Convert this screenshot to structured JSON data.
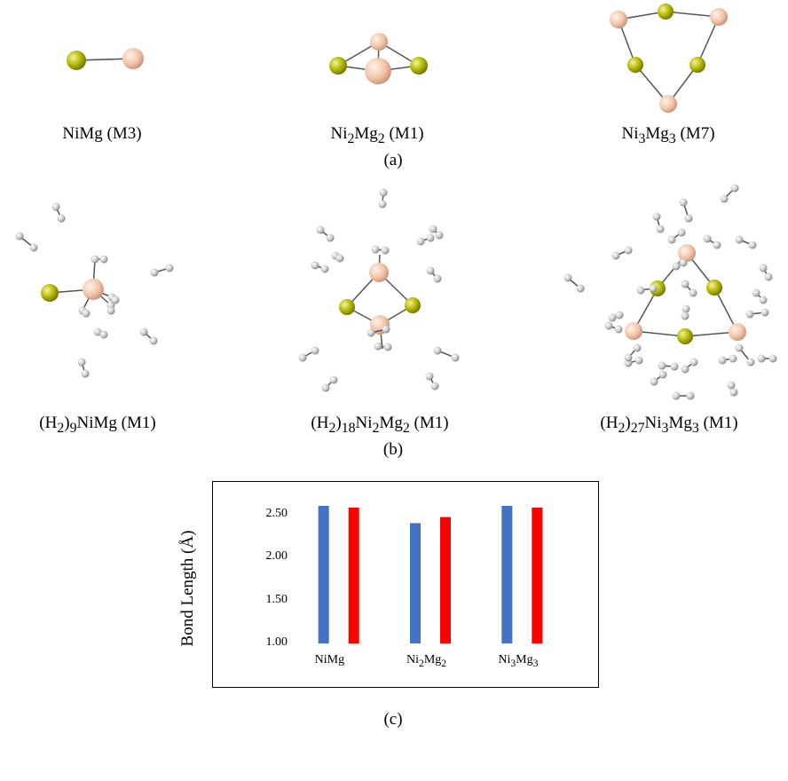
{
  "panel_a": {
    "label": "(a)",
    "clusters": [
      {
        "formula_html": "NiMg (M3)"
      },
      {
        "formula_html": "Ni<sub>2</sub>Mg<sub>2</sub> (M1)"
      },
      {
        "formula_html": "Ni<sub>3</sub>Mg<sub>3</sub> (M7)"
      }
    ]
  },
  "panel_b": {
    "label": "(b)",
    "clusters": [
      {
        "formula_html": "(H<sub>2</sub>)<sub>9</sub>NiMg (M1)"
      },
      {
        "formula_html": "(H<sub>2</sub>)<sub>18</sub>Ni<sub>2</sub>Mg<sub>2</sub> (M1)"
      },
      {
        "formula_html": "(H<sub>2</sub>)<sub>27</sub>Ni<sub>3</sub>Mg<sub>3</sub> (M1)"
      }
    ]
  },
  "colors": {
    "ni_atom": "#f2c4a8",
    "mg_atom": "#b5b800",
    "h_atom": "#c8c8c8",
    "bond": "#555555",
    "series_1": "#4472c4",
    "series_2": "#ff0000"
  },
  "panel_c": {
    "label": "(c)",
    "chart_data": {
      "type": "bar",
      "ylabel": "Bond Length (Å)",
      "categories": [
        "NiMg",
        "Ni2Mg2",
        "Ni3Mg3"
      ],
      "categories_html": [
        "NiMg",
        "Ni<sub>2</sub>Mg<sub>2</sub>",
        "Ni<sub>3</sub>Mg<sub>3</sub>"
      ],
      "yticks": [
        "1.00",
        "1.50",
        "2.00",
        "2.50"
      ],
      "ylim": [
        1.0,
        2.6
      ],
      "series": [
        {
          "color": "#4472c4",
          "values": [
            2.6,
            2.4,
            2.6
          ]
        },
        {
          "color": "#ff0000",
          "values": [
            2.58,
            2.47,
            2.58
          ]
        }
      ],
      "legend": "none",
      "grid": false
    }
  }
}
